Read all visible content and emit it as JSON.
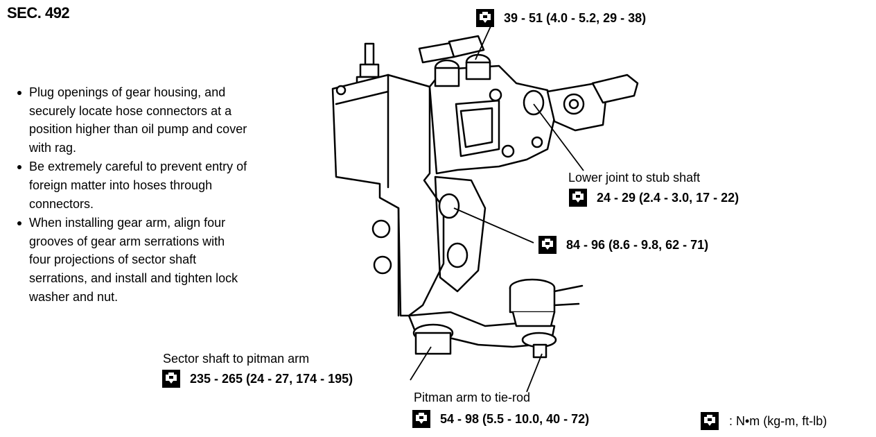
{
  "section": "SEC. 492",
  "notes": [
    "Plug openings of gear housing, and securely locate hose connectors at a position higher than oil pump and cover with rag.",
    "Be extremely careful to prevent entry of foreign matter into hoses through connectors.",
    "When installing gear arm, align four grooves of gear arm serrations with four projections of sector shaft serrations, and install and tighten lock washer and nut."
  ],
  "notes_lines": [
    [
      "Plug openings of gear housing, and",
      "securely locate hose connectors at a",
      "position higher than oil pump and cover",
      "with rag."
    ],
    [
      "Be extremely careful to prevent entry of",
      "foreign matter into hoses through",
      "connectors."
    ],
    [
      "When installing gear arm, align four",
      "grooves of gear arm serrations with",
      "four projections of sector shaft",
      "serrations, and install and tighten lock",
      "washer and nut."
    ]
  ],
  "torques": {
    "hose_connectors": "39 - 51 (4.0 - 5.2, 29 - 38)",
    "lower_joint": {
      "label": "Lower joint to stub shaft",
      "value": "24 - 29 (2.4 - 3.0, 17 - 22)"
    },
    "housing_mount": "84 - 96 (8.6 - 9.8, 62 - 71)",
    "sector_shaft": {
      "label": "Sector shaft to pitman arm",
      "value": "235 - 265 (24 - 27, 174 - 195)"
    },
    "pitman_tie_rod": {
      "label": "Pitman arm to tie-rod",
      "value": "54 - 98 (5.5 - 10.0, 40 - 72)"
    }
  },
  "legend": ": N•m (kg-m, ft-lb)",
  "icons": {
    "torque": "torque-wrench-icon",
    "bullet": "bullet-icon"
  },
  "colors": {
    "ink": "#000000",
    "paper": "#ffffff"
  }
}
